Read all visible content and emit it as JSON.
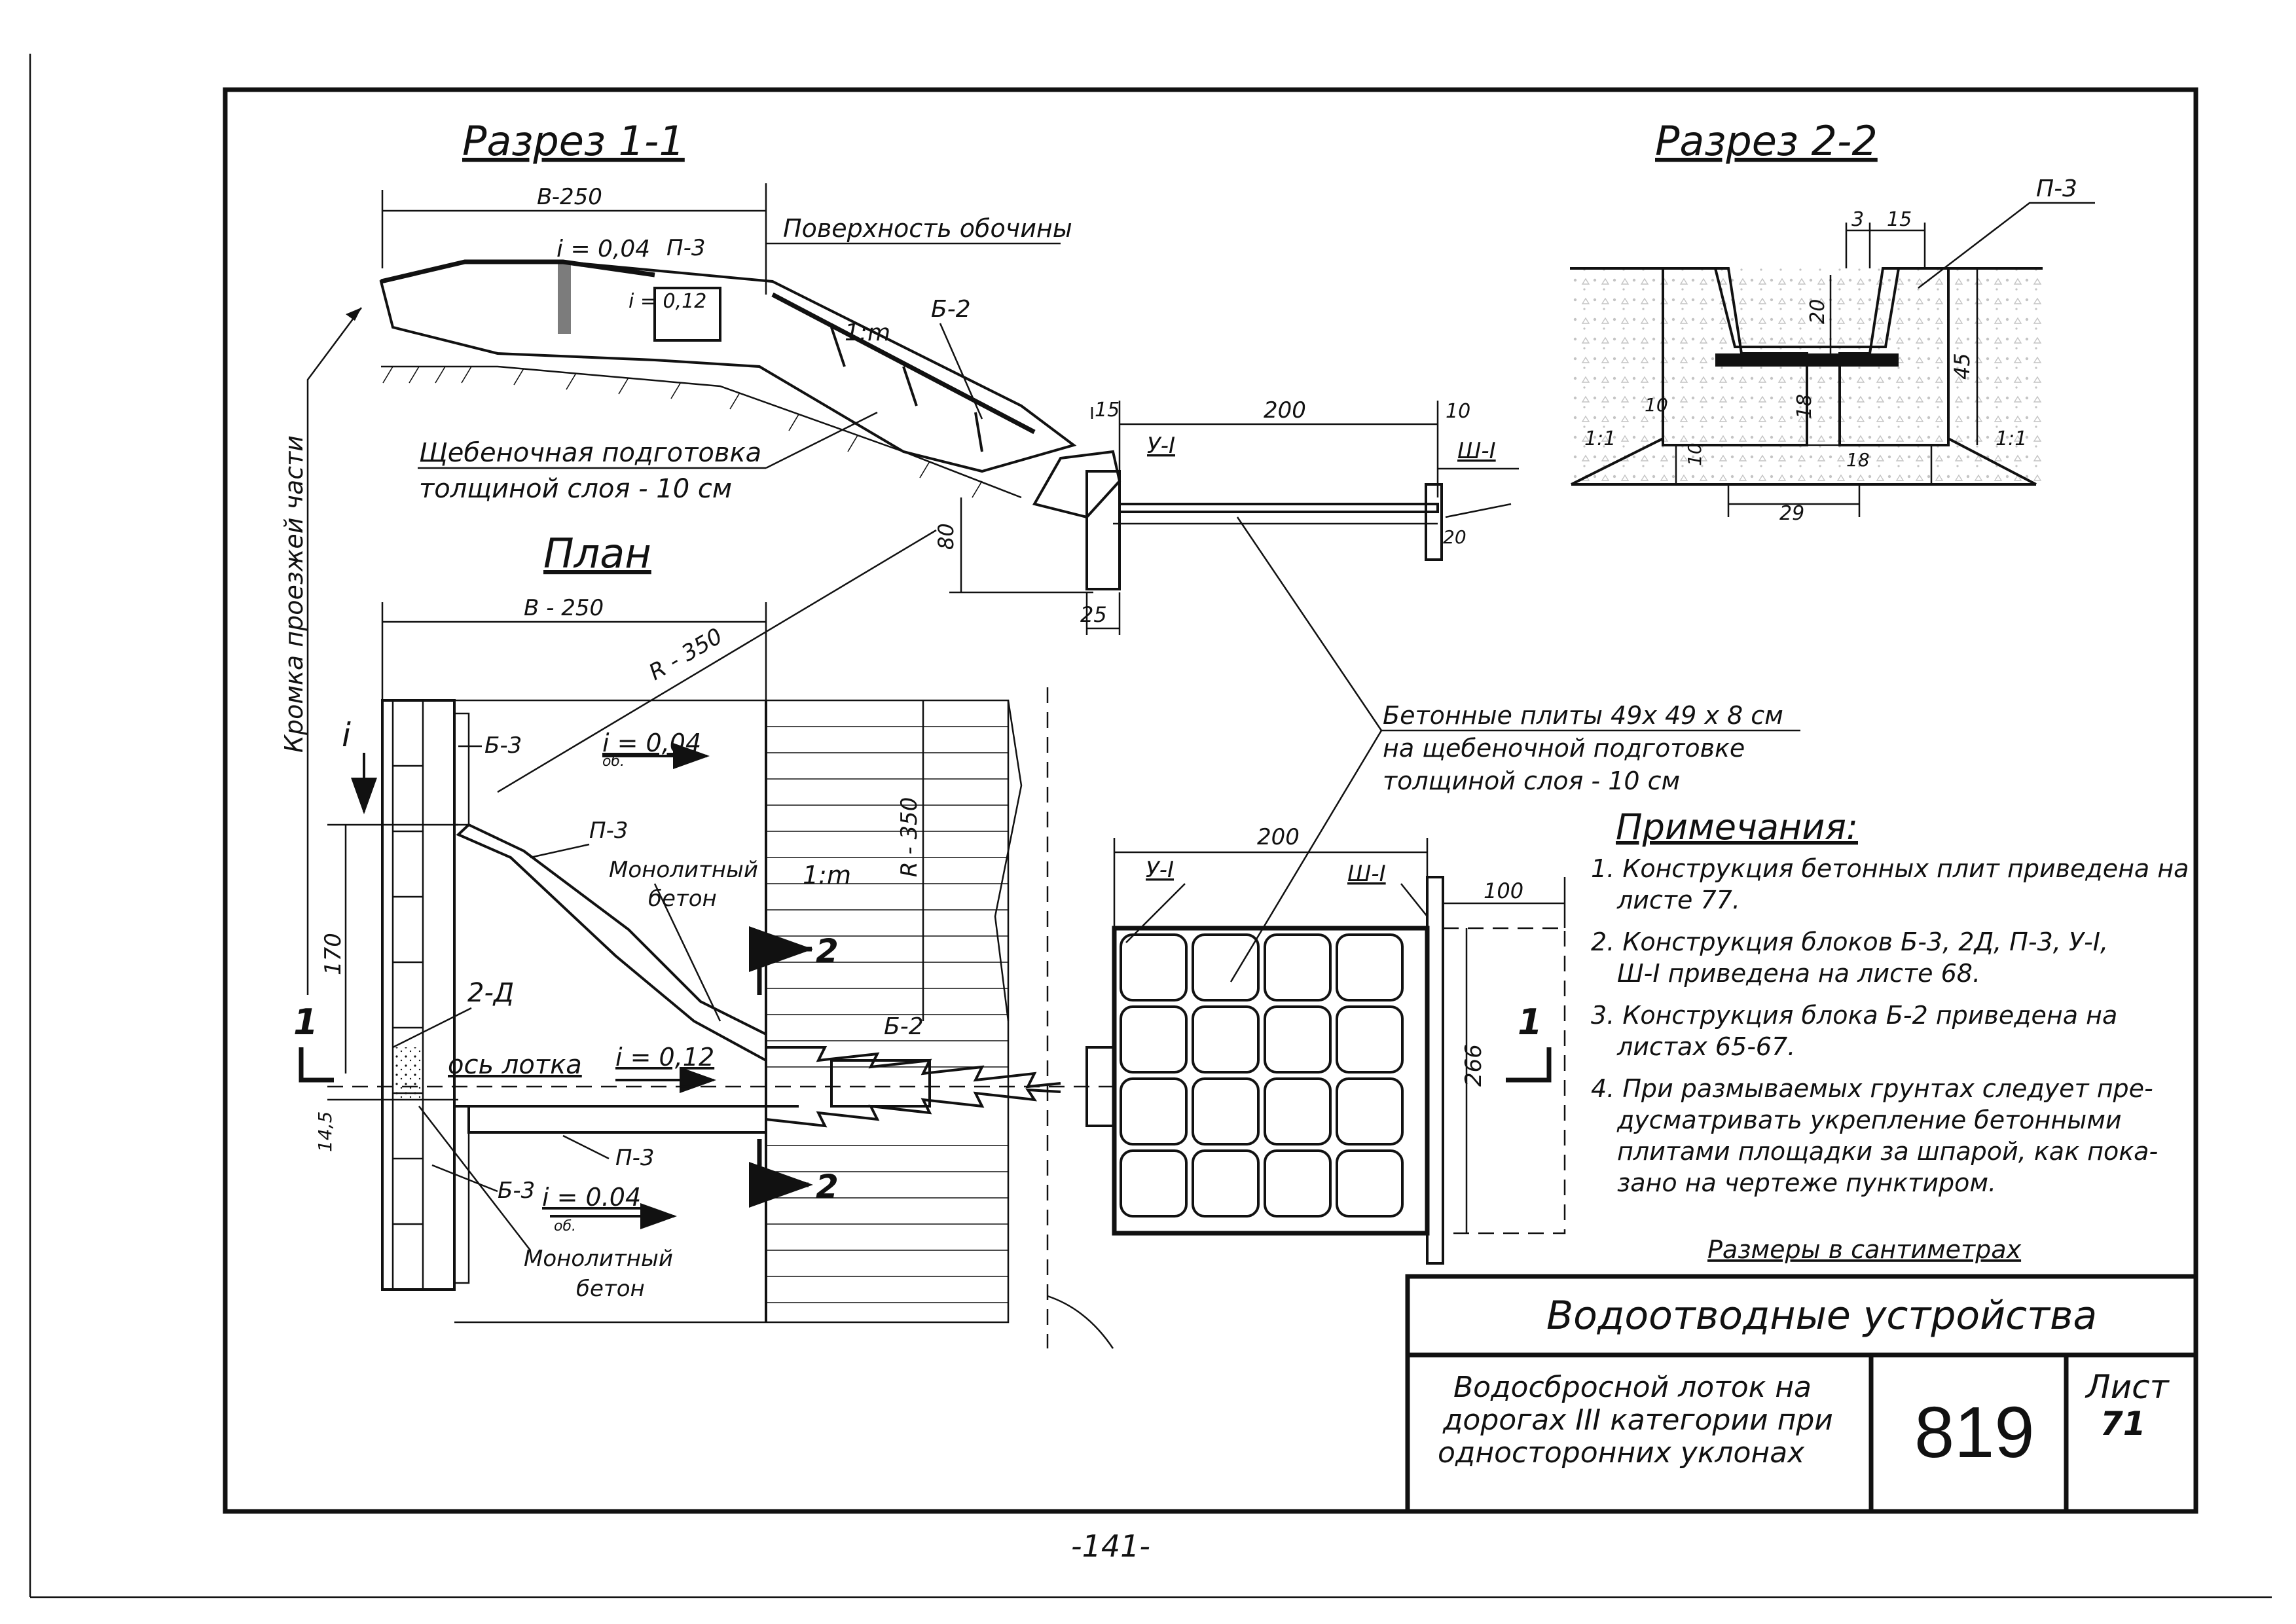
{
  "sections": {
    "section_1_1_title": "Разрез 1-1",
    "section_2_2_title": "Разрез 2-2",
    "plan_title": "План"
  },
  "section_1_1": {
    "dim_b": "B-250",
    "slope_i1": "i = 0,04",
    "slope_i2": "i = 0,12",
    "block_p3": "П-3",
    "block_b2": "Б-2",
    "slope_1m": "1:m",
    "shoulder_surface": "Поверхность обочины",
    "gravel_line1": "Щебеночная подготовка",
    "gravel_line2": "толщиной слоя - 10 см",
    "carriageway_edge": "Кромка проезжей части"
  },
  "end_section": {
    "dim_15": "15",
    "dim_200": "200",
    "dim_10": "10",
    "dim_80": "80",
    "dim_25": "25",
    "dim_20": "20",
    "block_u1": "У-I",
    "block_sh1": "Ш-I"
  },
  "section_2_2": {
    "block_p3": "П-3",
    "dim_3": "3",
    "dim_15": "15",
    "dim_20": "20",
    "dim_45": "45",
    "dim_18a": "18",
    "dim_18b": "18",
    "dim_10a": "10",
    "dim_10b": "10",
    "dim_29": "29",
    "slope_left": "1:1",
    "slope_right": "1:1"
  },
  "plan": {
    "dim_b": "B - 250",
    "radius_1": "R - 350",
    "radius_2": "R - 350",
    "block_b3_top": "Б-3",
    "block_b3_bottom": "Б-3",
    "slope_top": "i = 0,04",
    "slope_top_sub": "об.",
    "slope_bottom": "i = 0.04",
    "slope_bottom_sub": "об.",
    "block_p3_top": "П-3",
    "block_p3_bottom": "П-3",
    "monolith_top_1": "Монолитный",
    "monolith_top_2": "бетон",
    "monolith_bottom_1": "Монолитный",
    "monolith_bottom_2": "бетон",
    "slope_1m": "1:m",
    "dim_170": "170",
    "dim_145": "14,5",
    "block_2d": "2-Д",
    "axis_label": "ось лотка",
    "slope_012": "i = 0,12",
    "block_b2": "Б-2",
    "cut_mark_1": "1",
    "cut_mark_1b": "1",
    "cut_mark_2": "2",
    "cut_mark_2b": "2",
    "i_label": "i",
    "dim_200": "200",
    "block_u1": "У-I",
    "block_sh1": "Ш-I",
    "dim_100": "100",
    "dim_266": "266"
  },
  "slabs_note": {
    "line1": "Бетонные плиты 49х 49 х 8 см",
    "line2": "на щебеночной подготовке",
    "line3": "толщиной слоя - 10 см"
  },
  "notes": {
    "title": "Примечания:",
    "items": [
      "1. Конструкция бетонных плит приведена на",
      "листе 77.",
      "2. Конструкция блоков Б-3, 2Д, П-3, У-I,",
      "Ш-I приведена на листе 68.",
      "3. Конструкция блока Б-2 приведена на",
      "листах 65-67.",
      "4. При размываемых грунтах следует пре-",
      "дусматривать укрепление бетонными",
      "плитами площадки за шпарой, как пока-",
      "зано на чертеже пунктиром."
    ],
    "units": "Размеры в сантиметрах"
  },
  "title_block": {
    "title": "Водоотводные устройства",
    "desc_line1": "Водосбросной лоток на",
    "desc_line2": "дорогах III категории при",
    "desc_line3": "односторонних уклонах",
    "number": "819",
    "sheet_label": "Лист",
    "sheet_number": "71"
  },
  "page_number": "-141-"
}
